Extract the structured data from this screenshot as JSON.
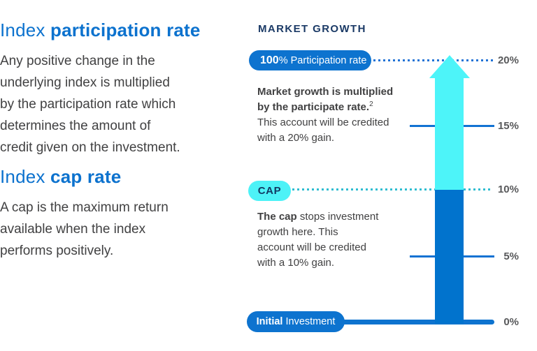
{
  "left": {
    "heading_participation": {
      "light": "Index ",
      "bold": "participation rate"
    },
    "paragraph_participation": "Any positive change in the\nunderlying index is multiplied\nby the participation rate which\ndetermines the amount of\ncredit given on the investment.",
    "heading_cap": {
      "light": "Index ",
      "bold": "cap rate"
    },
    "paragraph_cap": "A cap is the maximum return\navailable when the index\nperforms positively."
  },
  "right": {
    "title": "MARKET GROWTH",
    "participation_pill": {
      "bold": "100",
      "percent": "%",
      "rest": " Participation rate"
    },
    "growth_note": {
      "bold": "Market growth is multiplied\nby the participate rate.",
      "superscript": "2",
      "regular": "\nThis account will be credited\nwith a 20% gain."
    },
    "cap_pill": "CAP",
    "cap_note": {
      "bold": "The cap",
      "regular": " stops investment\ngrowth here. This\naccount will be credited\nwith a 10% gain."
    },
    "investment_pill": {
      "bold": "Initial",
      "rest": " Investment"
    },
    "axis_labels": [
      "20%",
      "15%",
      "10%",
      "5%",
      "0%"
    ]
  },
  "colors": {
    "brand_blue": "#0d73cf",
    "heading_blue": "#0c72ce",
    "navy": "#1b3a66",
    "arrow_cyan": "#4df4f9",
    "arrow_dark_blue": "#0173cd",
    "dotted_blue": "#2173d6",
    "dotted_teal": "#2fbdd1",
    "body_gray": "#414142",
    "axis_gray": "#58595b"
  }
}
